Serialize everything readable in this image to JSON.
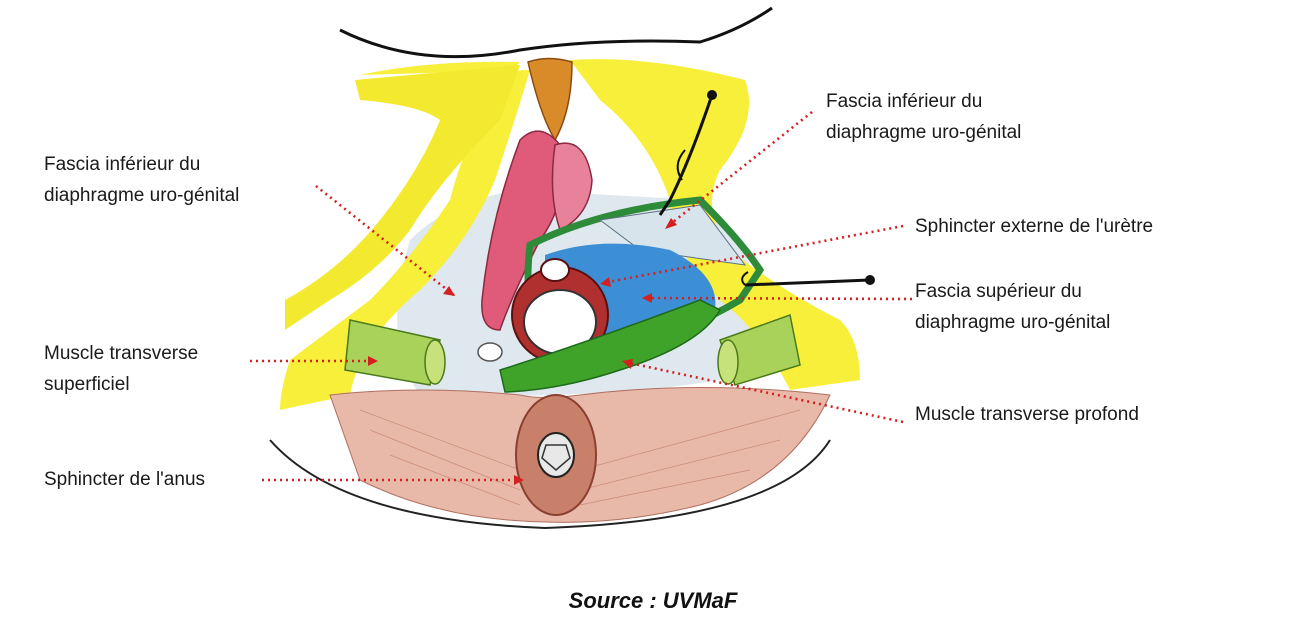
{
  "labels": {
    "left_top": "Fascia inférieur du\ndiaphragme uro-génital",
    "left_mid": "Muscle transverse\nsuperficiel",
    "left_bot": "Sphincter de l'anus",
    "right_1": "Fascia inférieur du\ndiaphragme uro-génital",
    "right_2": "Sphincter externe de l'urètre",
    "right_3": "Fascia supérieur du\ndiaphragme uro-génital",
    "right_4": "Muscle transverse profond"
  },
  "source": "Source : UVMaF",
  "colors": {
    "leader": "#d42020",
    "fat": "#f7ef3a",
    "fascia_blue": "#3c8fd4",
    "muscle_green": "#3fa32a",
    "labia": "#e05a7a",
    "skin": "#e8b8a8"
  }
}
